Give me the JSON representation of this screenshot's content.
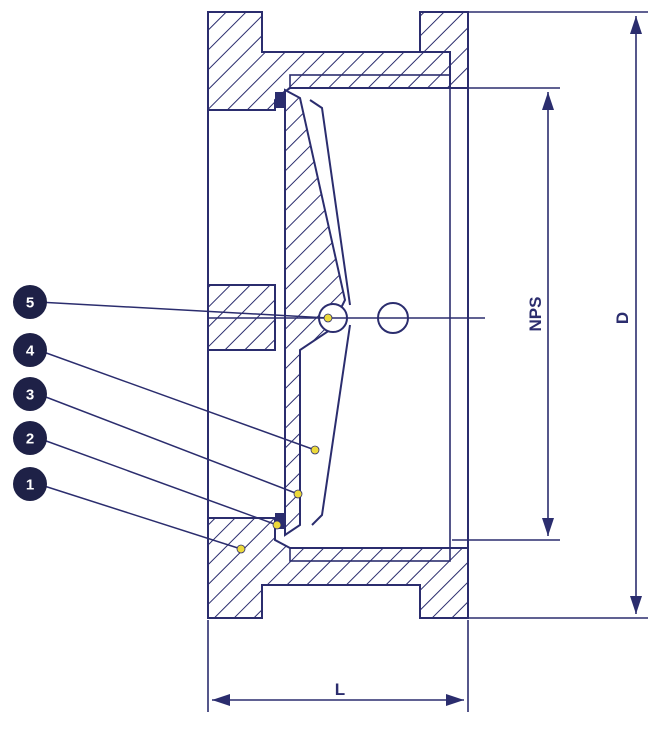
{
  "colors": {
    "line": "#2b2d6e",
    "badge": "#1e2147",
    "point": "#ecd93a",
    "background": "#ffffff"
  },
  "dimensions": {
    "length_label": "L",
    "diameter_label": "D",
    "nominal_size_label": "NPS"
  },
  "callouts": [
    {
      "number": "1"
    },
    {
      "number": "2"
    },
    {
      "number": "3"
    },
    {
      "number": "4"
    },
    {
      "number": "5"
    }
  ]
}
